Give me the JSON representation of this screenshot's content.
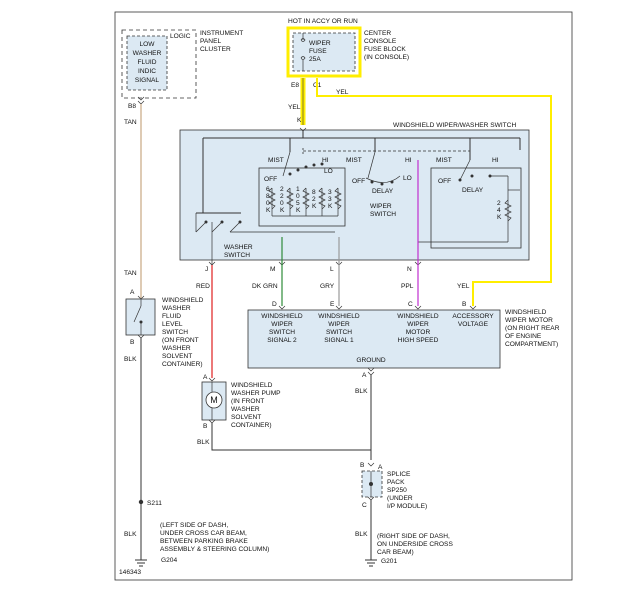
{
  "colors": {
    "tan": "#c8a882",
    "yellow": "#ffee00",
    "red": "#e02020",
    "green": "#2e8b3a",
    "gray": "#9a9a9a",
    "purple": "#c030d0",
    "black": "#333333",
    "component_fill": "#dce9f3"
  },
  "cluster": {
    "logic": "LOGIC",
    "title": [
      "INSTRUMENT",
      "PANEL",
      "CLUSTER"
    ],
    "signal": [
      "LOW",
      "WASHER",
      "FLUID",
      "INDIC",
      "SIGNAL"
    ],
    "pin": "B8",
    "wire": "TAN"
  },
  "fuse_block": {
    "hot": "HOT IN ACCY OR RUN",
    "fuse": [
      "WIPER",
      "FUSE",
      "25A"
    ],
    "title": [
      "CENTER",
      "CONSOLE",
      "FUSE BLOCK",
      "(IN CONSOLE)"
    ],
    "pin_e8": "E8",
    "pin_c1": "C1",
    "wire_left": "YEL",
    "wire_right": "YEL"
  },
  "switch_assembly": {
    "title": "WINDSHIELD WIPER/WASHER SWITCH",
    "k_pin": "K",
    "mist": "MIST",
    "hi": "HI",
    "off": "OFF",
    "lo": "LO",
    "delay": "DELAY",
    "wiper_switch": [
      "WIPER",
      "SWITCH"
    ],
    "washer_switch": [
      "WASHER",
      "SWITCH"
    ],
    "res_a": [
      "6",
      "8",
      "0",
      "K"
    ],
    "res_b": [
      "2",
      "2",
      "0",
      "K"
    ],
    "res_c": [
      "1",
      "0",
      "5",
      "K"
    ],
    "res_d": [
      "8",
      "2",
      "K"
    ],
    "res_e": [
      "3",
      "3",
      "K"
    ],
    "res_f": [
      "2",
      "4",
      "K"
    ]
  },
  "wires": {
    "j": {
      "pin": "J",
      "color": "RED"
    },
    "m": {
      "pin": "M",
      "color": "DK GRN",
      "end": "D"
    },
    "l": {
      "pin": "L",
      "color": "GRY",
      "end": "E"
    },
    "n": {
      "pin": "N",
      "color": "PPL",
      "end": "C"
    },
    "b": {
      "color": "YEL",
      "end": "B"
    }
  },
  "motor": {
    "title": [
      "WINDSHIELD",
      "WIPER MOTOR",
      "(ON RIGHT REAR",
      "OF ENGINE",
      "COMPARTMENT)"
    ],
    "cells": [
      [
        "WINDSHIELD",
        "WIPER",
        "SWITCH",
        "SIGNAL 2"
      ],
      [
        "WINDSHIELD",
        "WIPER",
        "SWITCH",
        "SIGNAL 1"
      ],
      [
        "WINDSHIELD",
        "WIPER",
        "MOTOR",
        "HIGH SPEED"
      ],
      [
        "ACCESSORY",
        "VOLTAGE"
      ]
    ],
    "ground": "GROUND",
    "ground_pin": "A",
    "ground_wire": "BLK"
  },
  "fluid_switch": {
    "wire_in": "TAN",
    "pin_a": "A",
    "pin_b": "B",
    "title": [
      "WINDSHIELD",
      "WASHER",
      "FLUID",
      "LEVEL",
      "SWITCH",
      "(ON FRONT",
      "WASHER",
      "SOLVENT",
      "CONTAINER)"
    ],
    "wire_out": "BLK"
  },
  "pump": {
    "symbol": "M",
    "pin_a": "A",
    "pin_b": "B",
    "title": [
      "WINDSHIELD",
      "WASHER PUMP",
      "(IN FRONT",
      "WASHER",
      "SOLVENT",
      "CONTAINER)"
    ],
    "wire_out": "BLK"
  },
  "splice": {
    "pin_b": "B",
    "pin_a": "A",
    "pin_c": "C",
    "title": [
      "SPLICE",
      "PACK",
      "SP250",
      "(UNDER",
      "I/P MODULE)"
    ],
    "wire_out": "BLK"
  },
  "splice_s211": "S211",
  "ground_left": {
    "wire": "BLK",
    "location": [
      "(LEFT SIDE OF DASH,",
      "UNDER CROSS CAR BEAM,",
      "BETWEEN PARKING BRAKE",
      "ASSEMBLY & STEERING COLUMN)"
    ],
    "id": "G204"
  },
  "ground_right": {
    "wire": "BLK",
    "location": [
      "(RIGHT SIDE OF DASH,",
      "ON UNDERSIDE CROSS",
      "CAR BEAM)"
    ],
    "id": "G201"
  },
  "figure_number": "146343"
}
